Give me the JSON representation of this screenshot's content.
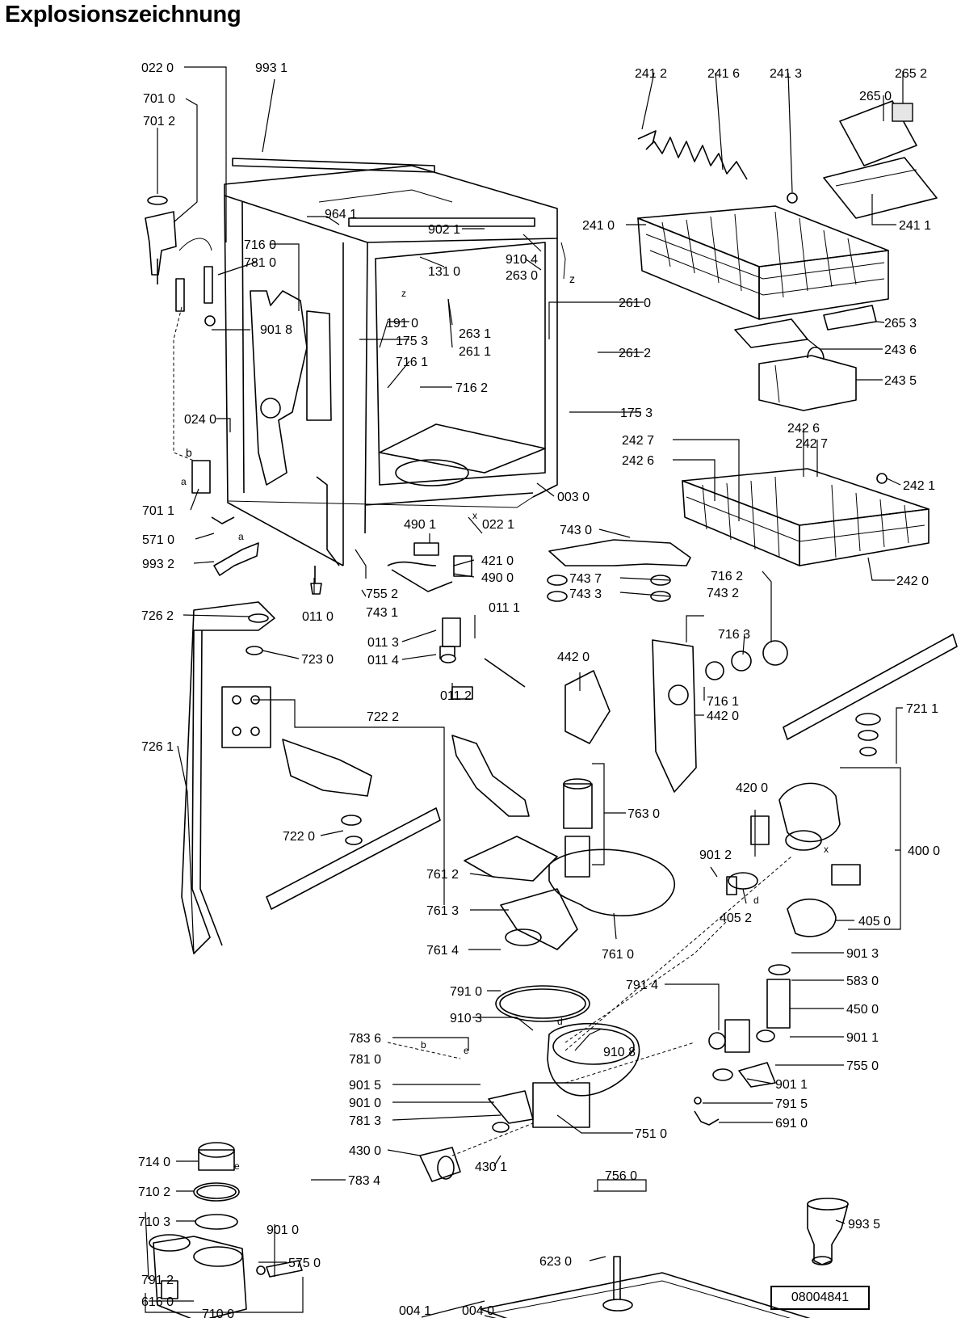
{
  "title": "Explosionszeichnung",
  "drawing_number": "08004841",
  "part_labels": [
    "022 0",
    "993 1",
    "701 0",
    "701 2",
    "964 1",
    "902 1",
    "910 4",
    "131 0",
    "263 0",
    "716 0",
    "781 0",
    "901 8",
    "191 0",
    "175 3",
    "716 1",
    "716 2",
    "263 1",
    "261 1",
    "261 0",
    "261 2",
    "175 3",
    "024 0",
    "003 0",
    "701 1",
    "571 0",
    "993 2",
    "011 0",
    "755 2",
    "743 1",
    "490 1",
    "022 1",
    "421 0",
    "490 0",
    "241 2",
    "241 6",
    "241 3",
    "265 2",
    "265 0",
    "241 0",
    "241 1",
    "265 3",
    "243 6",
    "243 5",
    "242 7",
    "242 6",
    "242 6",
    "242 7",
    "242 1",
    "242 0",
    "743 0",
    "743 7",
    "743 3",
    "743 2",
    "716 2",
    "716 3",
    "716 1",
    "442 0",
    "442 0",
    "721 1",
    "726 2",
    "723 0",
    "726 1",
    "722 2",
    "722 0",
    "011 1",
    "011 3",
    "011 4",
    "011 2",
    "763 0",
    "761 2",
    "761 3",
    "761 4",
    "761 0",
    "420 0",
    "400 0",
    "901 2",
    "405 2",
    "405 0",
    "901 3",
    "583 0",
    "450 0",
    "901 1",
    "755 0",
    "901 1",
    "791 5",
    "691 0",
    "791 0",
    "791 4",
    "910 3",
    "910 8",
    "783 6",
    "781 0",
    "901 5",
    "901 0",
    "781 3",
    "751 0",
    "430 0",
    "430 1",
    "714 0",
    "710 2",
    "710 3",
    "783 4",
    "901 0",
    "791 2",
    "575 0",
    "616 0",
    "710 0",
    "756 0",
    "623 0",
    "004 1",
    "004 0",
    "993 5"
  ],
  "connector_letters": [
    "a",
    "b",
    "a",
    "z",
    "z",
    "x",
    "x",
    "d",
    "d",
    "e",
    "e",
    "b"
  ]
}
